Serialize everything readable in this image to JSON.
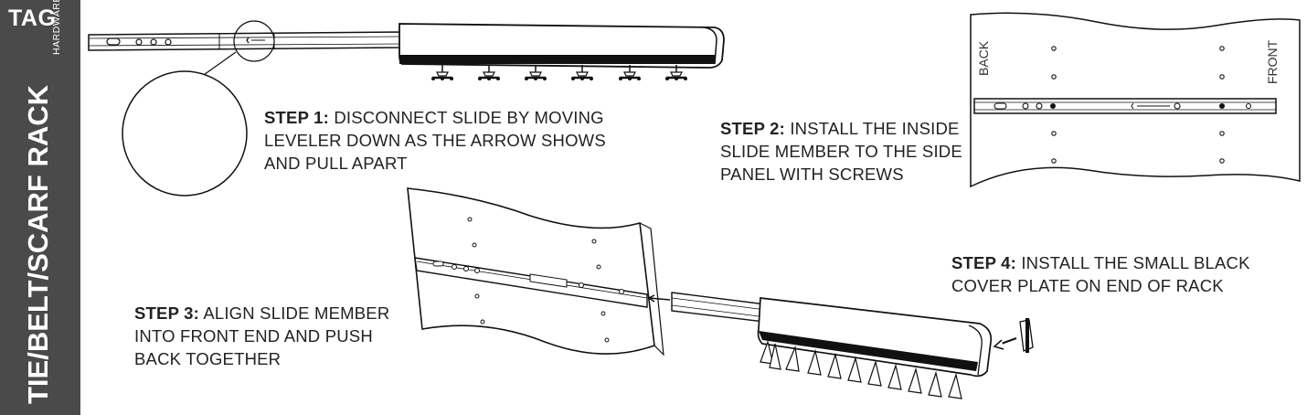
{
  "brand": {
    "name": "TAG",
    "subtitle": "HARDWARE"
  },
  "sidebar_title": "TIE/BELT/SCARF RACK",
  "steps": [
    {
      "label": "STEP 1:",
      "text": "DISCONNECT SLIDE BY MOVING LEVELER DOWN AS THE ARROW SHOWS AND PULL APART"
    },
    {
      "label": "STEP 2:",
      "text": "INSTALL THE INSIDE SLIDE MEMBER TO THE SIDE PANEL WITH SCREWS"
    },
    {
      "label": "STEP 3:",
      "text": "ALIGN SLIDE MEMBER INTO FRONT END AND PUSH BACK TOGETHER"
    },
    {
      "label": "STEP 4:",
      "text": "INSTALL THE SMALL BLACK COVER PLATE ON END OF RACK"
    }
  ],
  "panel_labels": {
    "back": "BACK",
    "front": "FRONT"
  },
  "colors": {
    "sidebar": "#4a4a4a",
    "text": "#222222",
    "line": "#111111"
  }
}
